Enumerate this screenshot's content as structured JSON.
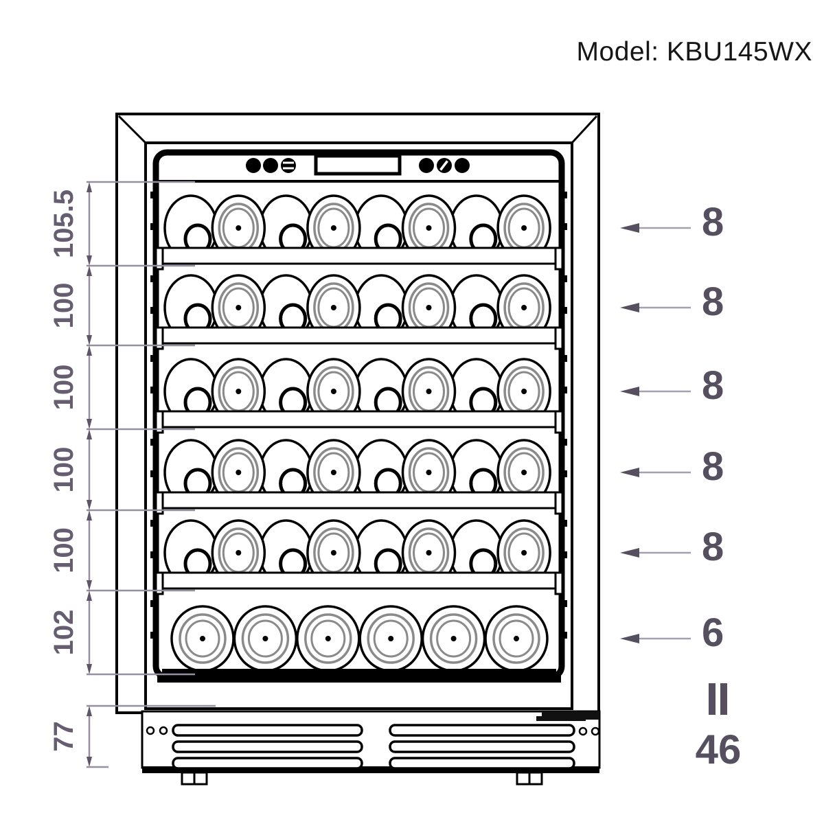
{
  "title": "Model: KBU145WX",
  "dimensions": {
    "left_mm": [
      "105.5",
      "100",
      "100",
      "100",
      "100",
      "102"
    ],
    "base_mm": "77"
  },
  "capacity": {
    "per_shelf": [
      "8",
      "8",
      "8",
      "8",
      "8",
      "6"
    ],
    "total": "46"
  },
  "shelves": {
    "rows": [
      {
        "bottles": 8,
        "view": "alternating"
      },
      {
        "bottles": 8,
        "view": "alternating"
      },
      {
        "bottles": 8,
        "view": "alternating"
      },
      {
        "bottles": 8,
        "view": "alternating"
      },
      {
        "bottles": 8,
        "view": "alternating"
      },
      {
        "bottles": 6,
        "view": "bottoms"
      }
    ]
  },
  "panel": {
    "left_buttons": [
      "plain",
      "plain",
      "striped"
    ],
    "display": "lcd",
    "right_buttons": [
      "plain",
      "slash",
      "plain"
    ]
  },
  "vent": {
    "groups": 2,
    "slats_per_group": 3
  },
  "feet": 2,
  "screws": 4,
  "colors": {
    "ink": "#000000",
    "dim_line": "#968fa0",
    "dim_arrow": "#5d5669",
    "dim_text": "#665e70",
    "count_text": "#554f5f",
    "count_line": "#a49fae",
    "ring_gray": "#8a8a8a",
    "title": "#161616"
  }
}
